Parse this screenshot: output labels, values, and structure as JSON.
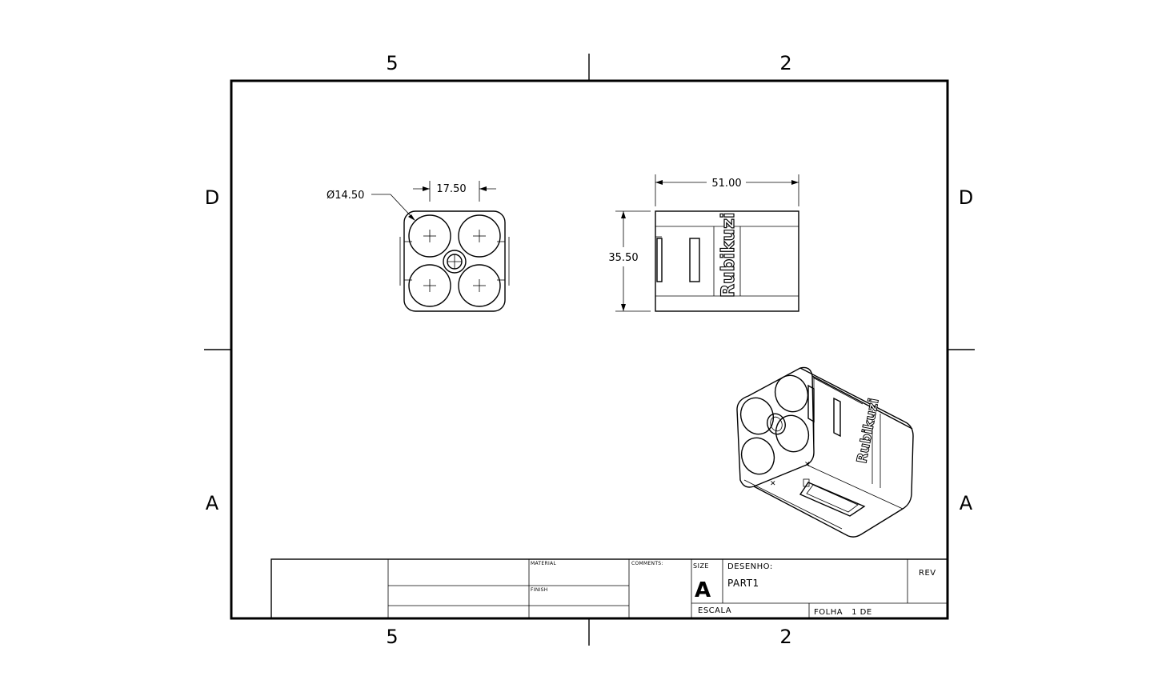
{
  "zones": {
    "top_left": "5",
    "top_right": "2",
    "bottom_left": "5",
    "bottom_right": "2",
    "left_top": "D",
    "left_bottom": "A",
    "right_top": "D",
    "right_bottom": "A"
  },
  "dimensions": {
    "hole_diameter": "Ø14.50",
    "hole_spacing": "17.50",
    "width": "51.00",
    "height": "35.50"
  },
  "part_label": "Rubikuzi",
  "title_block": {
    "material_label": "MATERIAL",
    "finish_label": "FINISH",
    "comments_label": "COMMENTS:",
    "size_label": "SIZE",
    "size_value": "A",
    "drawing_label": "DESENHO:",
    "drawing_value": "PART1",
    "rev_label": "REV",
    "scale_label": "ESCALA",
    "sheet_label": "FOLHA   1 DE"
  }
}
